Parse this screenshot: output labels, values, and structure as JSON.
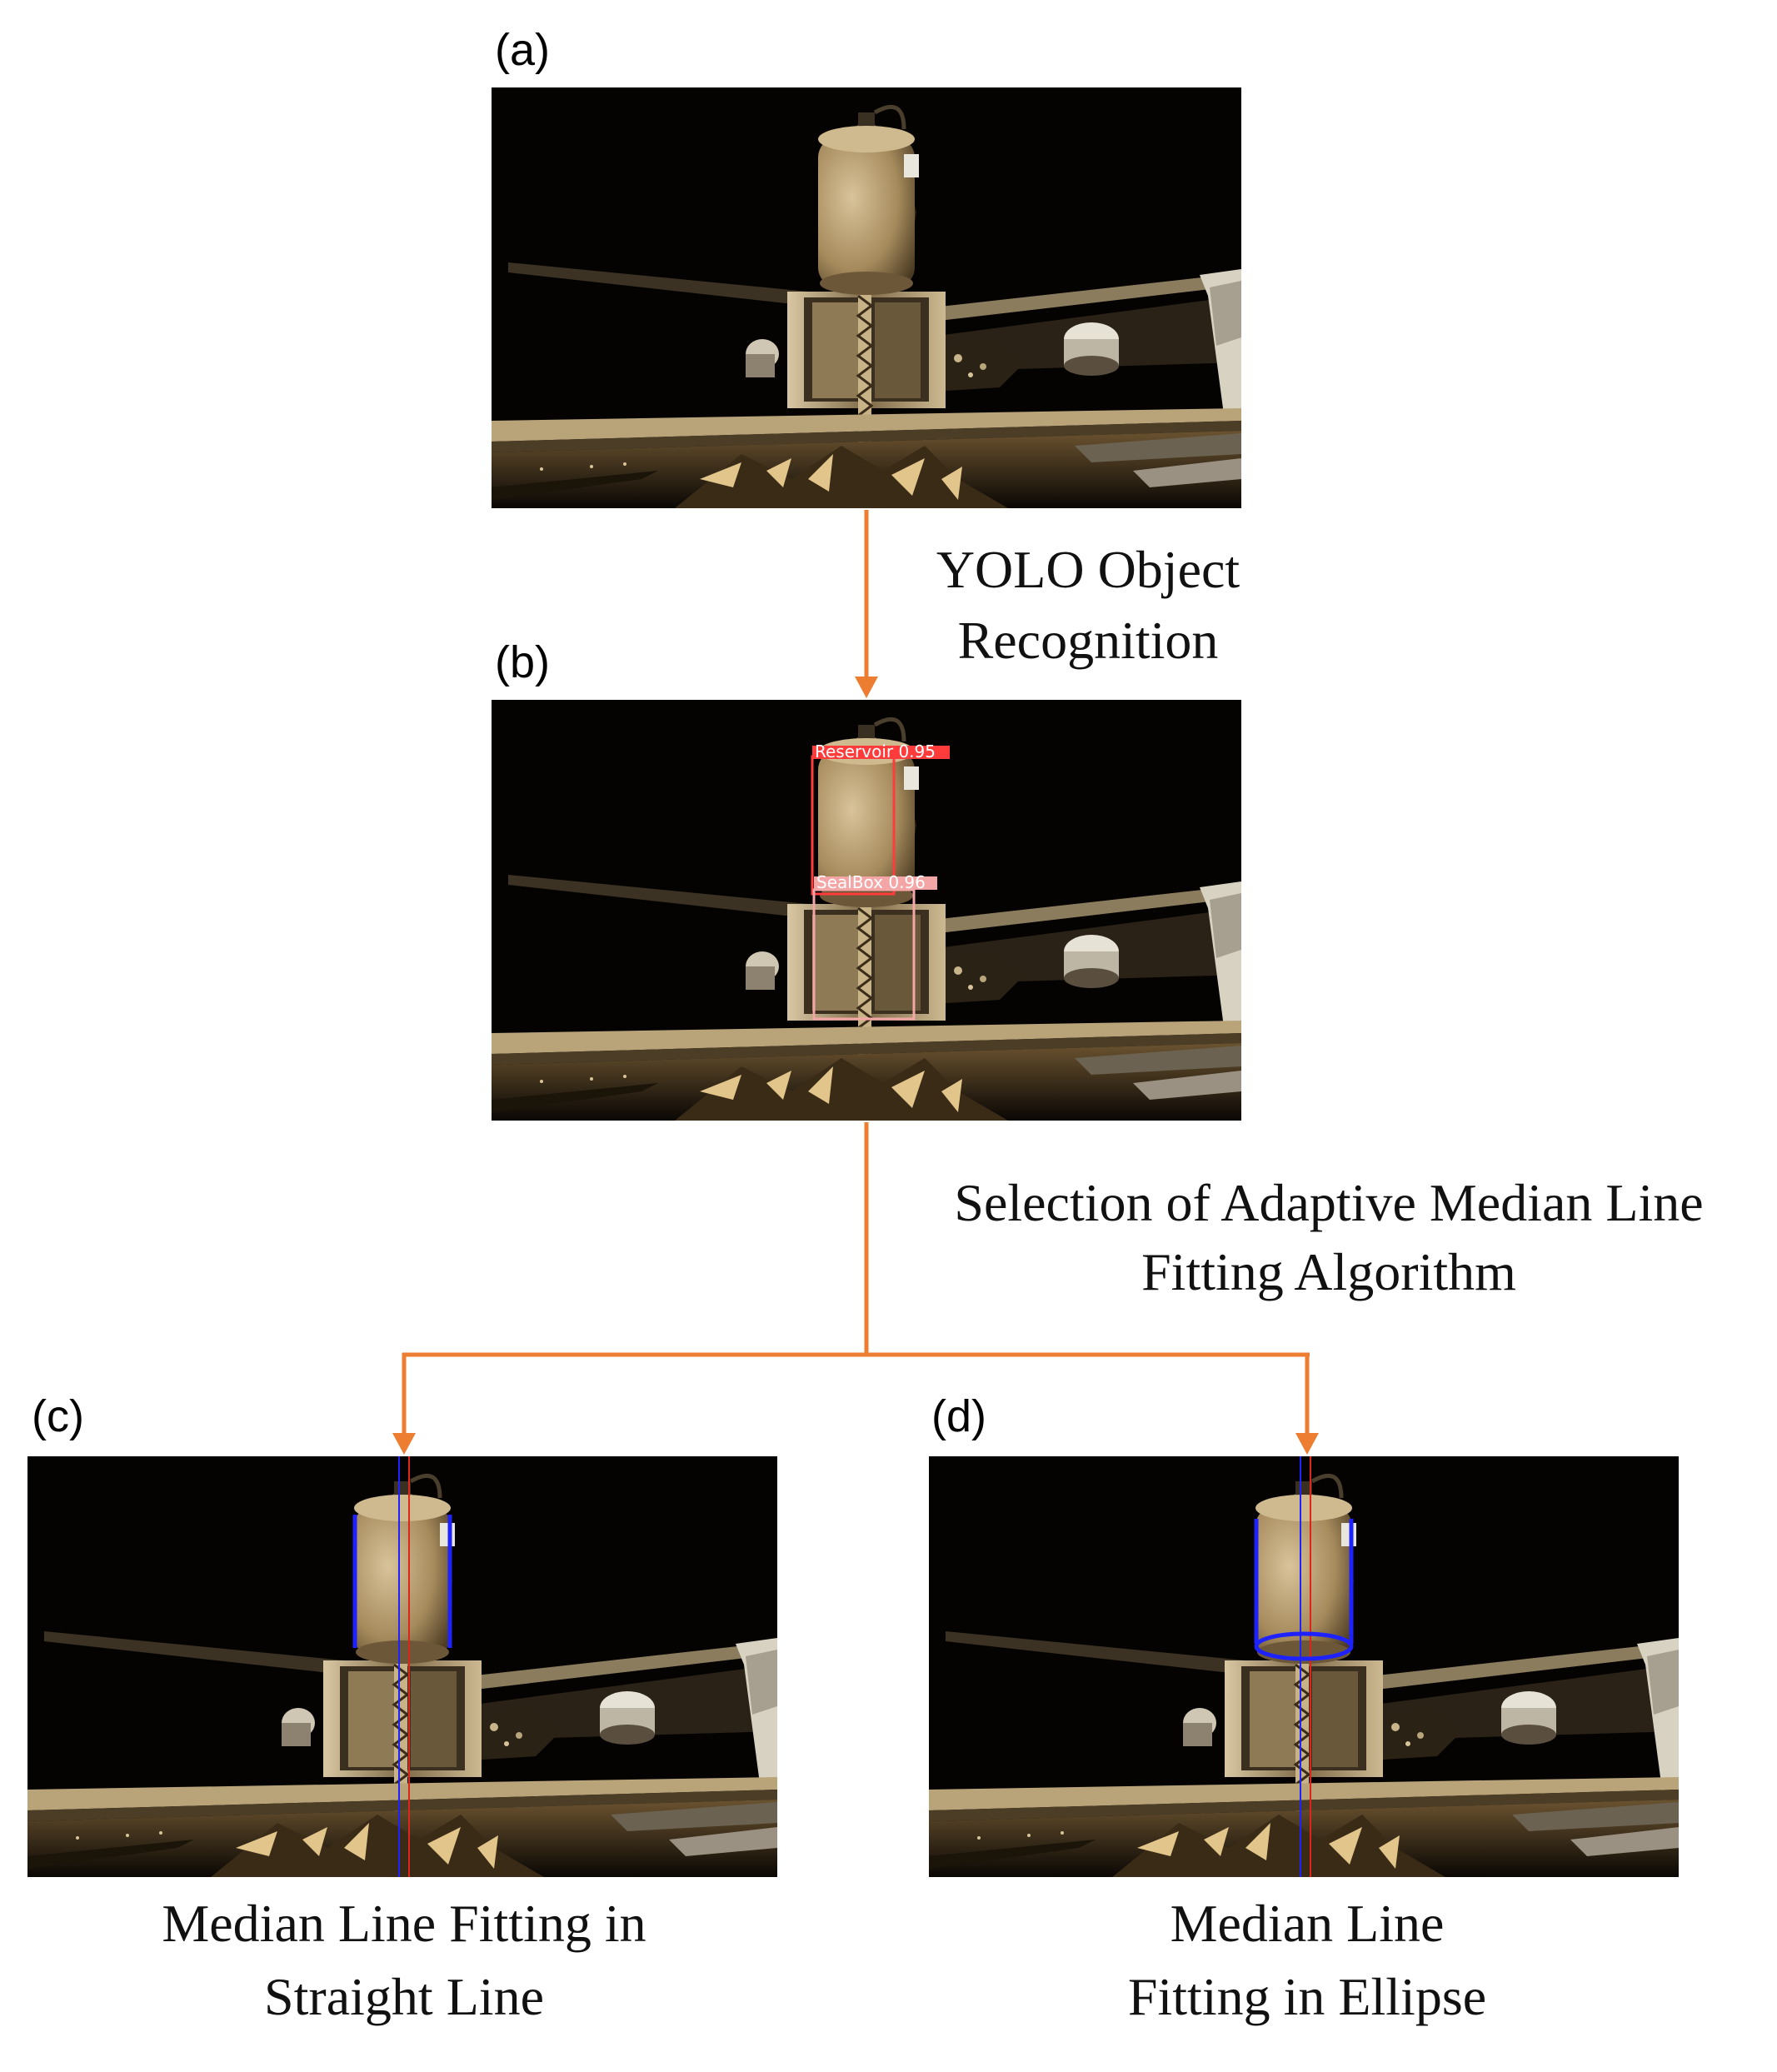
{
  "panels": {
    "a": {
      "label": "(a)"
    },
    "b": {
      "label": "(b)"
    },
    "c": {
      "label": "(c)"
    },
    "d": {
      "label": "(d)"
    }
  },
  "steps": {
    "yolo_line1": "YOLO Object",
    "yolo_line2": "Recognition",
    "selection_line1": "Selection of Adaptive Median Line",
    "selection_line2": "Fitting Algorithm"
  },
  "captions": {
    "c_line1": "Median Line Fitting in",
    "c_line2": "Straight Line",
    "d_line1": "Median Line",
    "d_line2": "Fitting in Ellipse"
  },
  "detections": {
    "reservoir": "Reservoir  0.95",
    "sealbox": "SealBox  0.96"
  },
  "colors": {
    "arrow": "#ED7D31",
    "box_reservoir": "#FF3B3B",
    "box_sealbox": "#F4A6A6",
    "fit_line_blue": "#1E22FF",
    "fit_line_red": "#E0241C",
    "scene_bg": "#050302"
  }
}
